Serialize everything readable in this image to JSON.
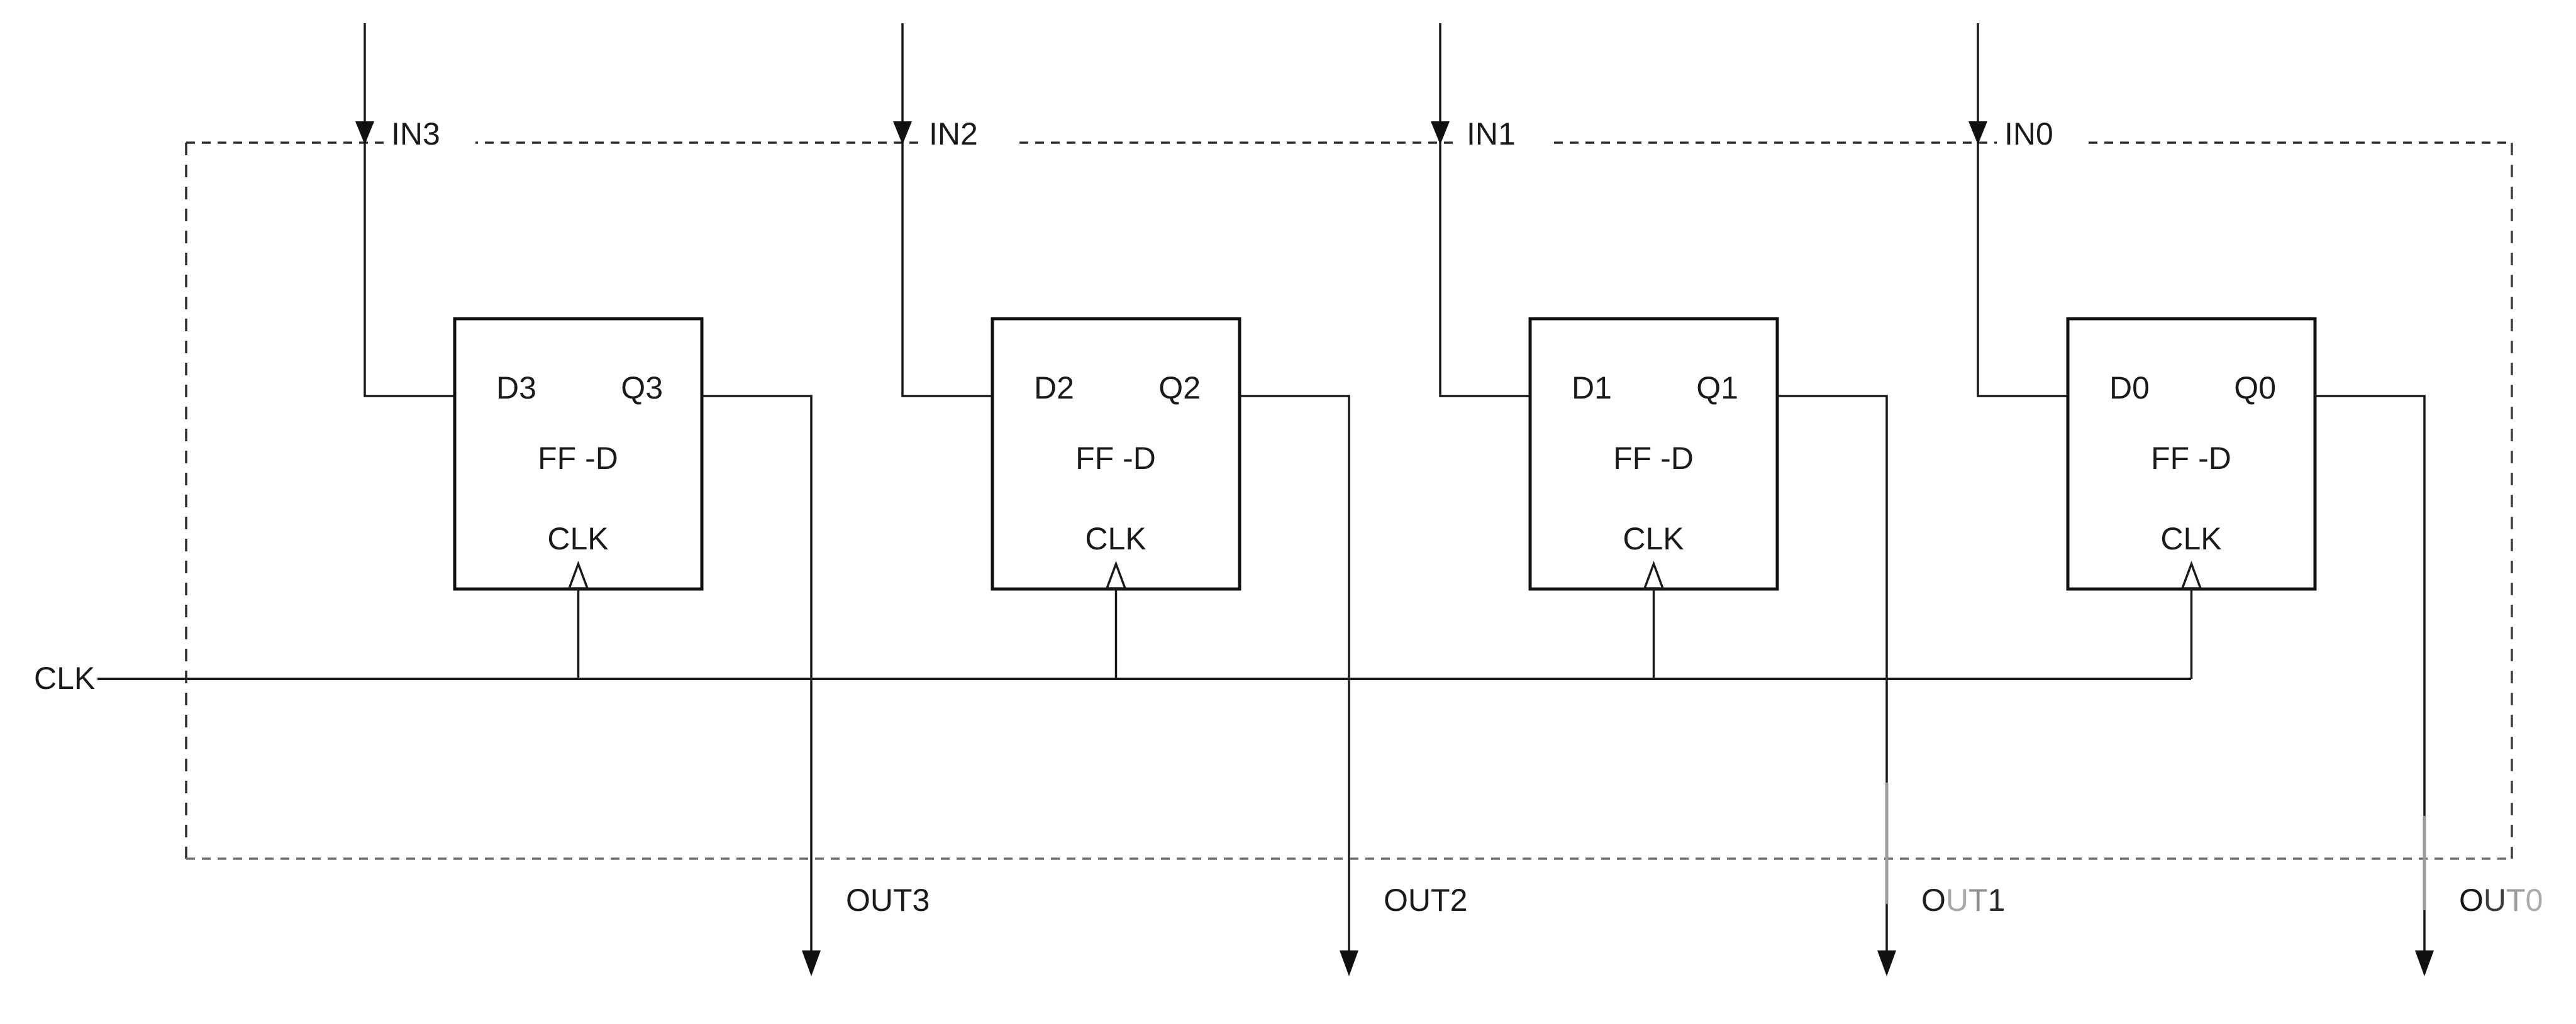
{
  "diagram_kind": "4-bit parallel D flip-flop register schematic",
  "colors": {
    "background": "#ffffff",
    "ink": "#1a1a1a",
    "border_top": "#2b2b2b",
    "border_left": "#2b2b2b",
    "border_right": "#3e3e3e",
    "border_bottom": "#6f6f6f",
    "fade_gray": "#9c9c9c"
  },
  "clock": {
    "label": "CLK"
  },
  "flip_flops": [
    {
      "block_label": "FF -D",
      "d_pin": "D3",
      "q_pin": "Q3",
      "clk_pin": "CLK",
      "input_label": "IN3",
      "output_label": "OUT3",
      "output_chars": [
        {
          "ch": "O",
          "color": "#1a1a1a"
        },
        {
          "ch": "U",
          "color": "#1a1a1a"
        },
        {
          "ch": "T",
          "color": "#1a1a1a"
        },
        {
          "ch": "3",
          "color": "#1a1a1a"
        }
      ]
    },
    {
      "block_label": "FF -D",
      "d_pin": "D2",
      "q_pin": "Q2",
      "clk_pin": "CLK",
      "input_label": "IN2",
      "output_label": "OUT2",
      "output_chars": [
        {
          "ch": "O",
          "color": "#1a1a1a"
        },
        {
          "ch": "U",
          "color": "#1a1a1a"
        },
        {
          "ch": "T",
          "color": "#1a1a1a"
        },
        {
          "ch": "2",
          "color": "#1a1a1a"
        }
      ]
    },
    {
      "block_label": "FF -D",
      "d_pin": "D1",
      "q_pin": "Q1",
      "clk_pin": "CLK",
      "input_label": "IN1",
      "output_label": "OUT1",
      "output_chars": [
        {
          "ch": "O",
          "color": "#1f1f1f"
        },
        {
          "ch": "U",
          "color": "#a8a8a8"
        },
        {
          "ch": "T",
          "color": "#8e8e8e"
        },
        {
          "ch": "1",
          "color": "#2a2a2a"
        }
      ]
    },
    {
      "block_label": "FF -D",
      "d_pin": "D0",
      "q_pin": "Q0",
      "clk_pin": "CLK",
      "input_label": "IN0",
      "output_label": "OUT0",
      "output_chars": [
        {
          "ch": "O",
          "color": "#161616"
        },
        {
          "ch": "U",
          "color": "#3c3c3c"
        },
        {
          "ch": "T",
          "color": "#9a9a9a"
        },
        {
          "ch": "0",
          "color": "#ababab"
        }
      ]
    }
  ]
}
